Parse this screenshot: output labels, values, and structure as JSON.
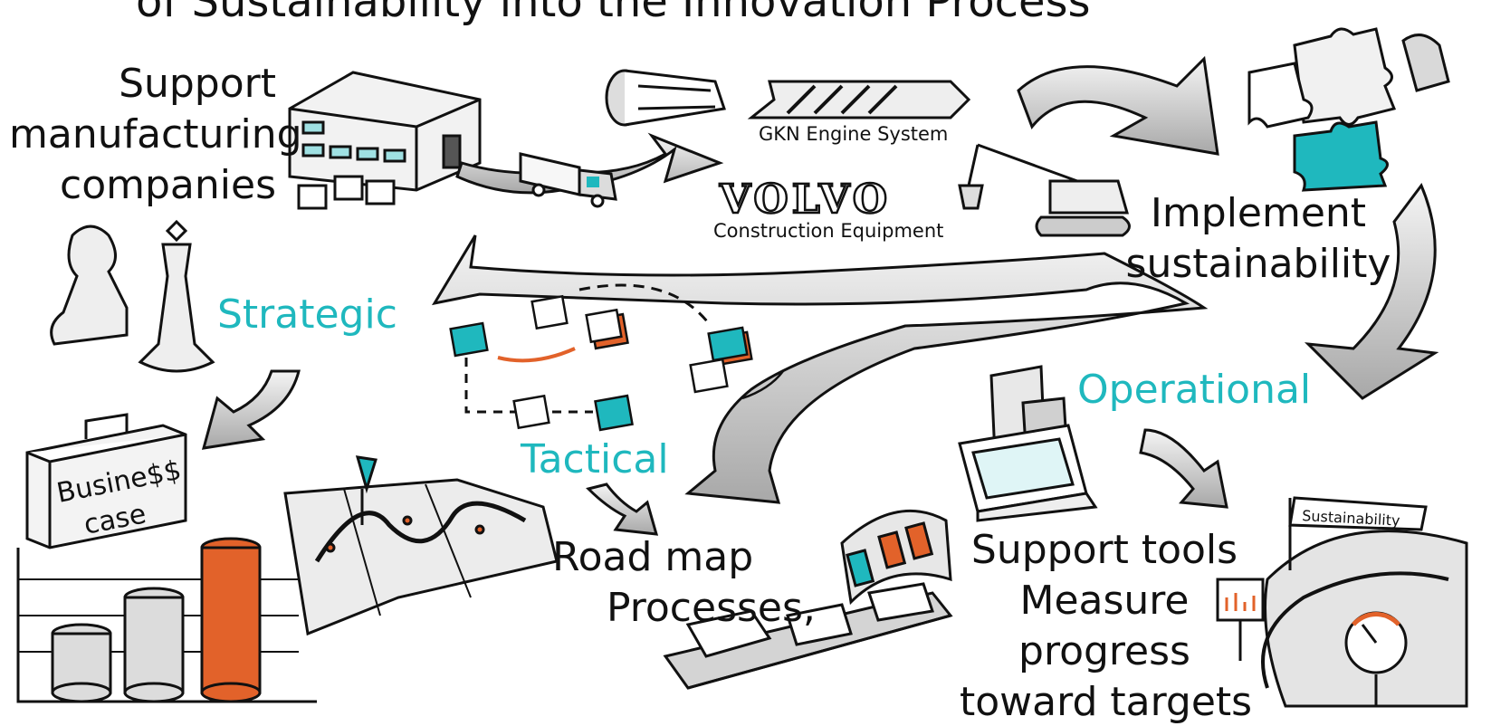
{
  "diagram": {
    "title_fragment": "of Sustainability into the Innovation Process",
    "support_label": [
      "Support",
      "manufacturing",
      "companies"
    ],
    "gkn_caption": "GKN Engine System",
    "volvo_logo": "VOLVO",
    "volvo_caption": "Construction Equipment",
    "implement_label": [
      "Implement",
      "sustainability"
    ],
    "strategic_label": "Strategic",
    "tactical_label": "Tactical",
    "operational_label": "Operational",
    "business_case": [
      "Busine$$",
      "case"
    ],
    "roadmap_label": [
      "Road map",
      "Processes,"
    ],
    "support_tools_label": [
      "Support tools",
      "Measure",
      "progress",
      "toward targets"
    ],
    "flag_label": "Sustainability"
  },
  "colors": {
    "accent": "#1fb8be",
    "orange": "#e2622a",
    "ink": "#111111",
    "shade": "#c9c9c9"
  }
}
